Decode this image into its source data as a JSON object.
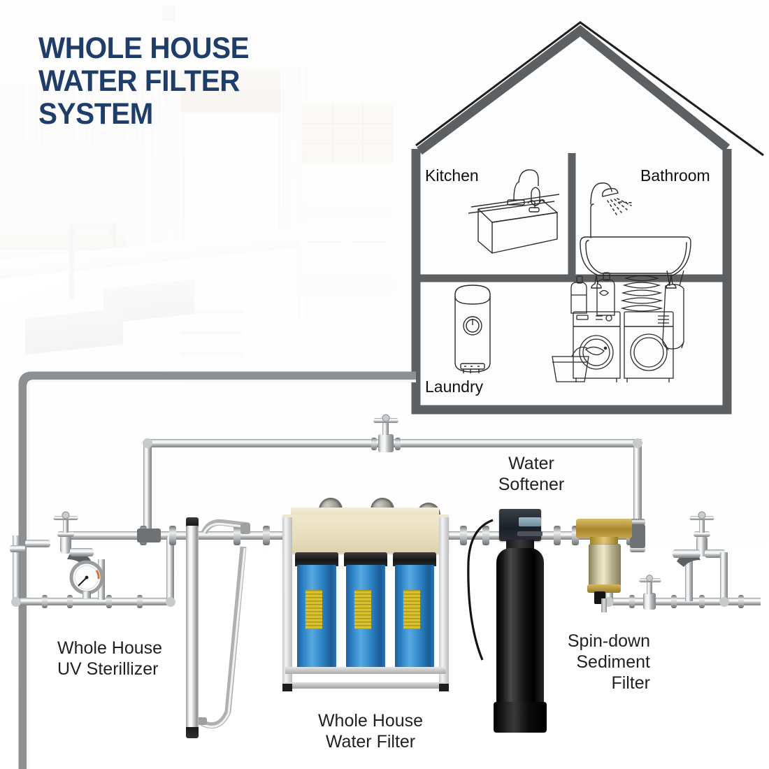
{
  "title": {
    "line1": "WHOLE HOUSE",
    "line2": "WATER FILTER",
    "line3": "SYSTEM",
    "color": "#1e3d69"
  },
  "house": {
    "outline_color": "#5d6063",
    "rooms": [
      {
        "key": "kitchen",
        "label": "Kitchen",
        "fixture": "kitchen-sink-icon"
      },
      {
        "key": "bathroom",
        "label": "Bathroom",
        "fixture": "bathtub-shower-icon"
      },
      {
        "key": "laundry",
        "label": "Laundry",
        "fixture": "washer-dryer-water-heater-icon"
      }
    ]
  },
  "components": [
    {
      "key": "uv",
      "label": "Whole House\nUV Sterillizer",
      "align": "left"
    },
    {
      "key": "filter",
      "label": "Whole House\nWater Filter",
      "align": "center"
    },
    {
      "key": "softener",
      "label": "Water\nSoftener",
      "align": "center"
    },
    {
      "key": "spindown",
      "label": "Spin-down\nSediment\nFilter",
      "align": "right"
    }
  ],
  "labels": {
    "uv": "Whole House\nUV Sterillizer",
    "filter": "Whole House\nWater Filter",
    "softener": "Water\nSoftener",
    "spindown": "Spin-down\nSediment\nFilter"
  },
  "colors": {
    "title_navy": "#1e3d69",
    "house_gray": "#5d6063",
    "filter_blue": "#2f86c8",
    "filter_label_yellow": "#d7c12c",
    "bracket_cream": "#e9dfbf",
    "softener_black": "#101010",
    "spindown_brass": "#b8972f",
    "pipe_silver": "#b9bcbe",
    "label_text": "#231f20"
  },
  "plumbing": {
    "valves": [
      {
        "name": "top-line-gate-valve"
      },
      {
        "name": "right-line-gate-valve"
      }
    ],
    "spigots": [
      {
        "name": "left-outdoor-spigot"
      },
      {
        "name": "right-outdoor-spigot"
      }
    ],
    "gauges": [
      {
        "name": "inlet-pressure-gauge"
      },
      {
        "name": "filter-gauge-1"
      },
      {
        "name": "filter-gauge-2"
      },
      {
        "name": "filter-gauge-3"
      }
    ]
  }
}
